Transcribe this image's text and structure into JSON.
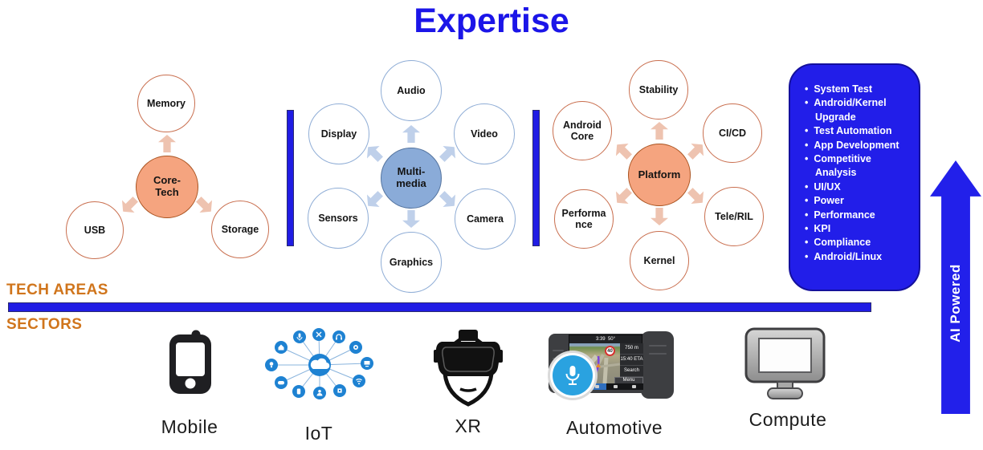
{
  "title": "Expertise",
  "headings": {
    "tech_areas": "TECH AREAS",
    "sectors": "SECTORS"
  },
  "ai_arrow": {
    "label": "AI Powered"
  },
  "clusters": [
    {
      "center": "Core-Tech",
      "nodes": [
        "Memory",
        "USB",
        "Storage"
      ]
    },
    {
      "center": "Multi-media",
      "nodes": [
        "Audio",
        "Display",
        "Video",
        "Sensors",
        "Camera",
        "Graphics"
      ]
    },
    {
      "center": "Platform",
      "nodes": [
        "Stability",
        "Android Core",
        "CI/CD",
        "Performance",
        "Tele/RIL",
        "Kernel"
      ]
    }
  ],
  "expertise": {
    "items": [
      "System Test",
      "Android/Kernel Upgrade",
      "Test Automation",
      "App Development",
      "Competitive Analysis",
      "UI/UX",
      "Power",
      "Performance",
      "KPI",
      "Compliance",
      "Android/Linux"
    ]
  },
  "sectors": {
    "labels": [
      "Mobile",
      "IoT",
      "XR",
      "Automotive",
      "Compute"
    ]
  },
  "automotive_display": {
    "time": "3:39",
    "temp": "50°",
    "panel_rows": [
      "750 m",
      "15:40 ETA"
    ],
    "search": "Search",
    "menu": "Menu",
    "speed_limit": "40"
  },
  "colors": {
    "accent_blue": "#201ce4",
    "heading_orange": "#d0751c",
    "hub_salmon": "#f5a47f",
    "hub_blue": "#8aabd8",
    "satellite_orange_border": "#c96f4f",
    "satellite_blue_border": "#8fadd6",
    "arrow_salmon": "#eec3b0",
    "arrow_blue": "#bfd0ea"
  }
}
